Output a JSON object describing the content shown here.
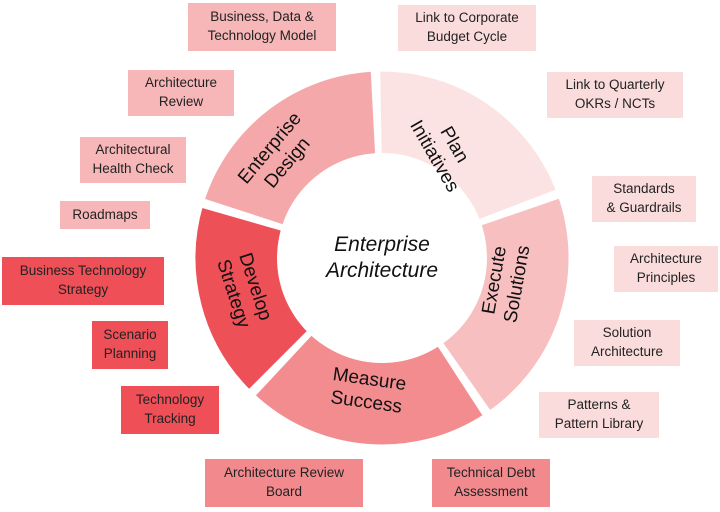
{
  "center": {
    "line1": "Enterprise",
    "line2": "Architecture"
  },
  "segments": {
    "plan": {
      "line1": "Plan",
      "line2": "Initiatives",
      "color": "#fce3e3"
    },
    "execute": {
      "line1": "Execute",
      "line2": "Solutions",
      "color": "#f7bfc0"
    },
    "measure": {
      "line1": "Measure",
      "line2": "Success",
      "color": "#f28c8f"
    },
    "develop": {
      "line1": "Develop",
      "line2": "Strategy",
      "color": "#ee5058"
    },
    "design": {
      "line1": "Enterprise",
      "line2": "Design",
      "color": "#f5a8aa"
    }
  },
  "boxes": {
    "business_data_tech_model": "Business, Data &\nTechnology Model",
    "link_budget_cycle": "Link to Corporate\nBudget Cycle",
    "architecture_review": "Architecture\nReview",
    "link_okrs": "Link to Quarterly\nOKRs / NCTs",
    "architectural_health_check": "Architectural\nHealth Check",
    "standards_guardrails": "Standards\n& Guardrails",
    "roadmaps": "Roadmaps",
    "architecture_principles": "Architecture\nPrinciples",
    "business_technology_strategy": "Business Technology\nStrategy",
    "scenario_planning": "Scenario\nPlanning",
    "solution_architecture": "Solution\nArchitecture",
    "technology_tracking": "Technology\nTracking",
    "patterns_library": "Patterns &\nPattern Library",
    "architecture_review_board": "Architecture Review\nBoard",
    "technical_debt_assessment": "Technical Debt\nAssessment"
  }
}
